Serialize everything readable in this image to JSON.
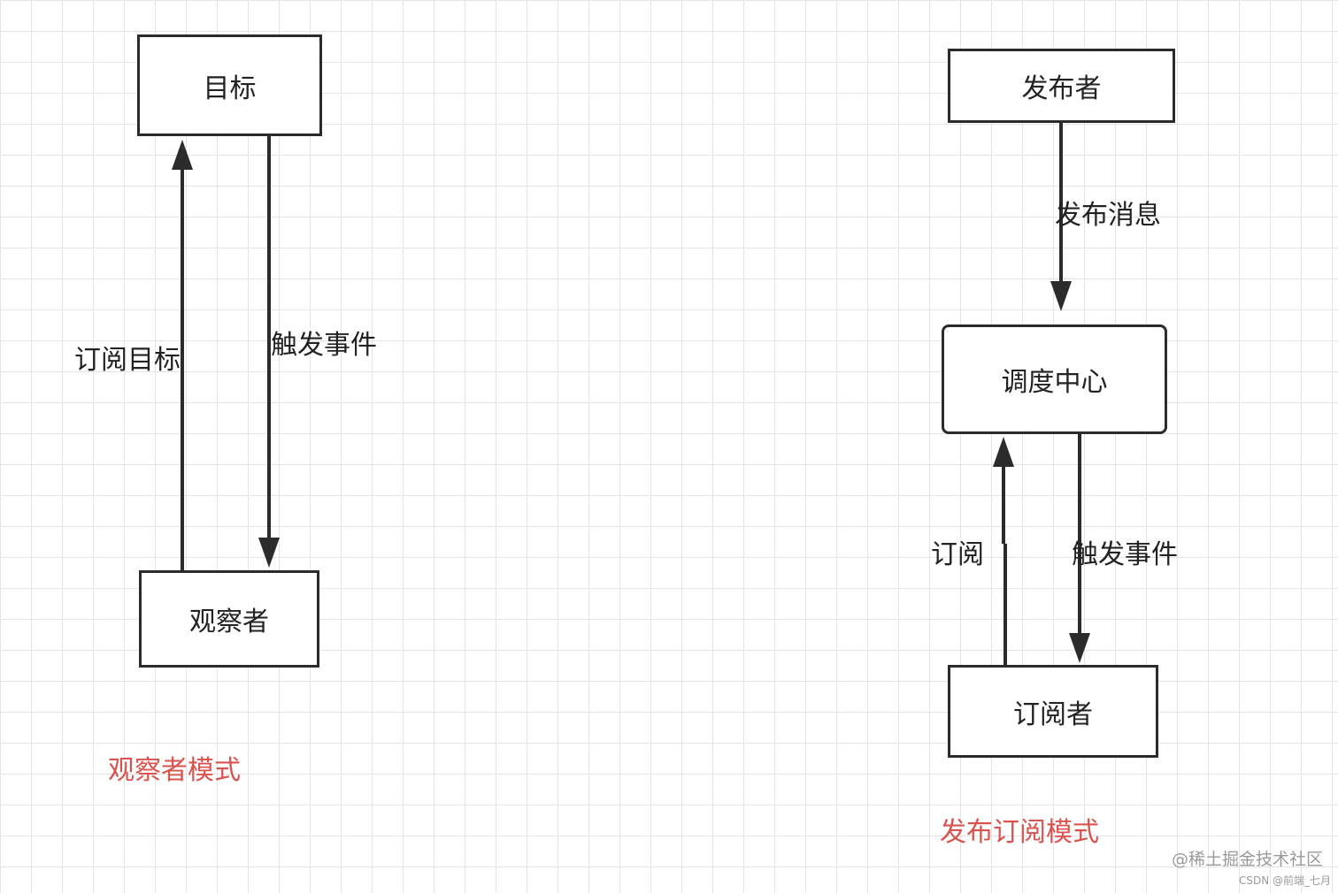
{
  "observer_pattern": {
    "target": "目标",
    "observer": "观察者",
    "edge_subscribe": "订阅目标",
    "edge_trigger": "触发事件",
    "caption": "观察者模式"
  },
  "pubsub_pattern": {
    "publisher": "发布者",
    "dispatch_center": "调度中心",
    "subscriber": "订阅者",
    "edge_publish": "发布消息",
    "edge_subscribe": "订阅",
    "edge_trigger": "触发事件",
    "caption": "发布订阅模式"
  },
  "watermark": {
    "line1": "@稀土掘金技术社区",
    "line2": "CSDN @前端_七月"
  },
  "colors": {
    "caption": "#d9534f",
    "stroke": "#2b2b2b",
    "grid": "#e4e4e4"
  }
}
